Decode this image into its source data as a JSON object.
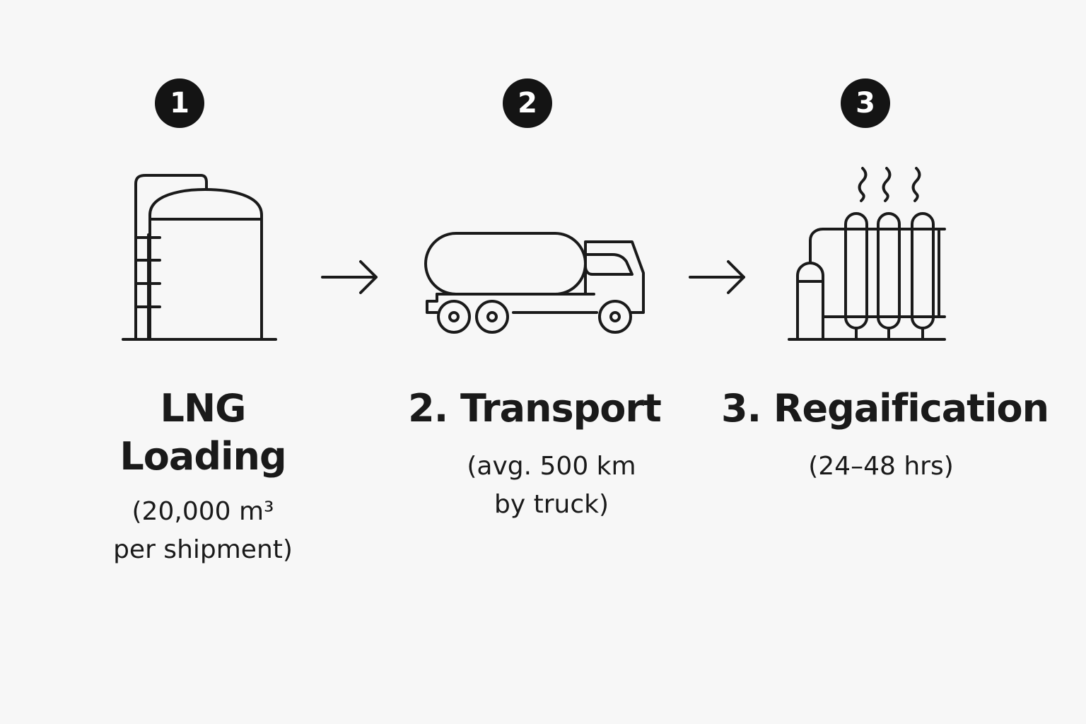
{
  "steps": [
    {
      "number": "1",
      "icon": "storage-tank-icon",
      "title_lines": [
        "LNG",
        "Loading"
      ],
      "sub_lines": [
        "(20,000 m³",
        "per shipment)"
      ]
    },
    {
      "number": "2",
      "icon": "tanker-truck-icon",
      "title_lines": [
        "2. Transport"
      ],
      "sub_lines": [
        "(avg. 500 km",
        "by truck)"
      ]
    },
    {
      "number": "3",
      "icon": "regasification-plant-icon",
      "title_lines": [
        "3. Regaification"
      ],
      "sub_lines": [
        "(24–48 hrs)"
      ]
    }
  ],
  "connectors": [
    "arrow-right-icon",
    "arrow-right-icon"
  ],
  "colors": {
    "ink": "#1a1a1a",
    "badge": "#141414",
    "background": "#f7f7f7"
  }
}
